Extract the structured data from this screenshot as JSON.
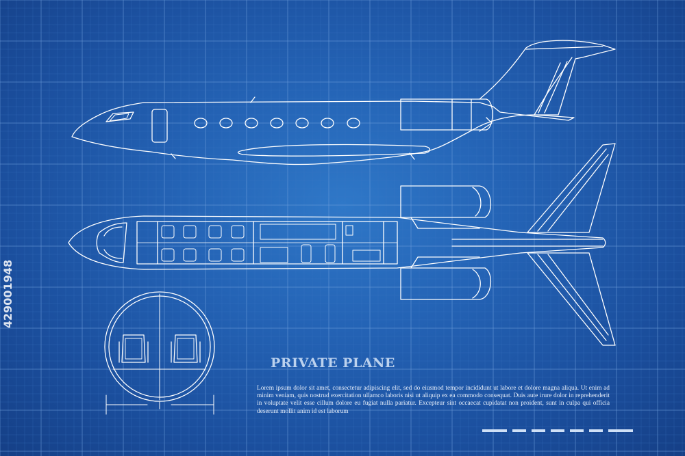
{
  "title": "PRIVATE PLANE",
  "description": "Lorem ipsum dolor sit amet, consectetur adipiscing elit, sed do eiusmod tempor incididunt ut labore et dolore magna aliqua. Ut enim ad minim veniam, quis nostrud exercitation ullamco laboris nisi ut aliquip ex ea commodo consequat. Duis aute irure dolor in reprehenderit in voluptate velit esse cillum dolore eu fugiat nulla pariatur. Excepteur sint occaecat cupidatat non proident, sunt in culpa qui officia deserunt mollit anim id est laborum",
  "watermark_id": "429001948",
  "colors": {
    "background": "#2463b5",
    "grid_major": "#6f9fdc",
    "grid_minor": "#3e78c4",
    "line": "#ffffff",
    "title": "#bcd2ee"
  }
}
